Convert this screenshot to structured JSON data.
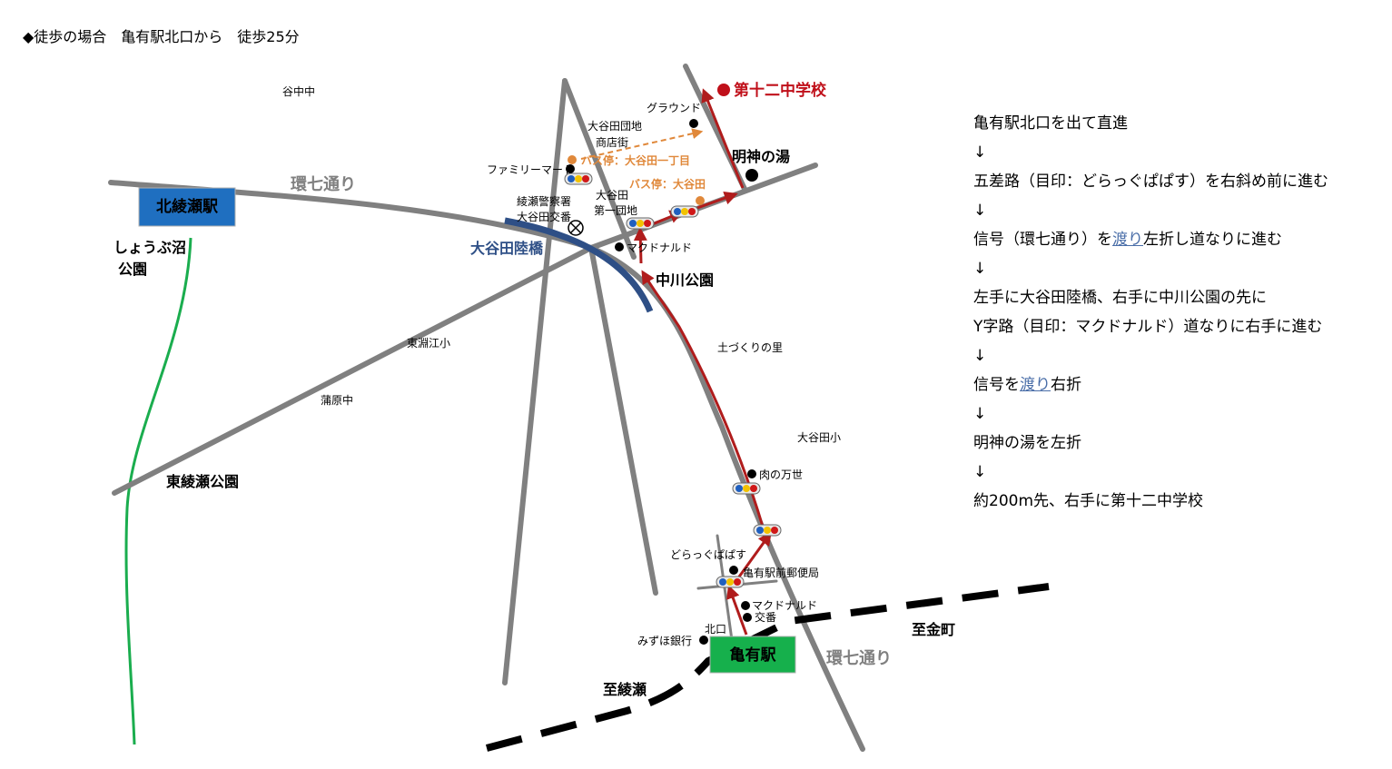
{
  "header": {
    "title": "◆徒歩の場合　亀有駅北口から　徒歩25分"
  },
  "map": {
    "stations": {
      "kitaayase": "北綾瀬駅",
      "kameari": "亀有駅"
    },
    "destination": "第十二中学校",
    "roads": {
      "kan7_west": "環七通り",
      "kan7_south": "環七通り",
      "to_ayase": "至綾瀬",
      "to_kanamachi": "至金町"
    },
    "bridge": "大谷田陸橋",
    "parks": {
      "shobunuma_1": "しょうぶ沼",
      "shobunuma_2": "公園",
      "higashi_ayase": "東綾瀬公園",
      "nakagawa": "中川公園"
    },
    "landmarks": {
      "yanaka_jhs": "谷中中",
      "higashifuchie_es": "東淵江小",
      "kamahara_jhs": "蒲原中",
      "tsuchizukuri": "土づくりの里",
      "ooyata_es": "大谷田小",
      "ground": "グラウンド",
      "ooyata_danchi_1": "大谷田団地",
      "ooyata_danchi_2": "商店街",
      "familymart": "ファミリーマート",
      "police_1": "綾瀬警察署",
      "police_2": "大谷田交番",
      "ooyata_daiichi_1": "大谷田",
      "ooyata_daiichi_2": "第一団地",
      "mcd_north": "マクドナルド",
      "myojin": "明神の湯",
      "niku_no_manse": "肉の万世",
      "dorag": "どらっぐぱぱす",
      "post_office": "亀有駅前郵便局",
      "mcd_south": "マクドナルド",
      "koban": "交番",
      "kitaguchi": "北口",
      "mizuho": "みずほ銀行"
    },
    "bus_stops": {
      "ooyata_1chome": "バス停：大谷田一丁目",
      "ooyata": "バス停：大谷田"
    }
  },
  "directions": {
    "step1": "亀有駅北口を出て直進",
    "arrow": "↓",
    "step2": "五差路（目印：どらっぐぱぱす）を右斜め前に進む",
    "step3_pre": "信号（環七通り）を",
    "step3_hl": "渡り",
    "step3_post": "左折し道なりに進む",
    "step4": "左手に大谷田陸橋、右手に中川公園の先に",
    "step5": "Y字路（目印：マクドナルド）道なりに右手に進む",
    "step6_pre": "信号を",
    "step6_hl": "渡り",
    "step6_post": "右折",
    "step7": "明神の湯を左折",
    "step8": "約200m先、右手に第十二中学校"
  },
  "colors": {
    "road": "#808080",
    "route": "#b01c1c",
    "bridge": "#2e4f86",
    "railway": "#000000",
    "green_line": "#1aad4e",
    "kitaayase_box": "#1f6fc0",
    "kameari_box": "#16b04c",
    "bus_label": "#e0883a",
    "destination_text": "#c0101a"
  }
}
